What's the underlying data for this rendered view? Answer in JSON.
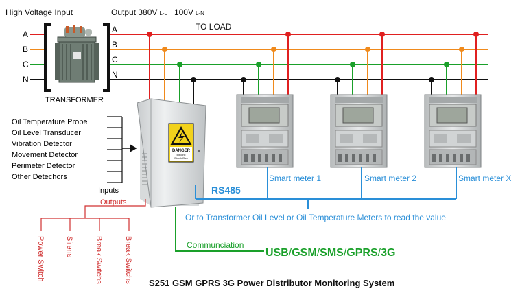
{
  "header": {
    "input_label": "High Voltage Input",
    "output_label": "Output 380V",
    "output_sub1": "L-L",
    "output_mid": "100V",
    "output_sub2": "L-N",
    "load_label": "TO LOAD"
  },
  "phases_in": [
    "A",
    "B",
    "C",
    "N"
  ],
  "phases_out": [
    "A",
    "B",
    "C",
    "N"
  ],
  "transformer_label": "TRANSFORMER",
  "sensors": [
    "Oil Temperature Probe",
    "Oil Level Transducer",
    "Vibration Detector",
    "Movement Detector",
    "Perimeter Detector",
    "Other Detechors"
  ],
  "inputs_label": "Inputs",
  "outputs_label": "Outputs",
  "outputs": [
    "Power Switch",
    "Sirens",
    "Break Switchs",
    "Break Switchs"
  ],
  "danger": {
    "title": "DANGER",
    "line1": "Electric",
    "line2": "Shock Risk"
  },
  "meters": [
    "Smart meter 1",
    "Smart meter 2",
    "Smart meter X"
  ],
  "rs485_label": "RS485",
  "oil_note": "Or to Transformer Oil Level or Oil Temperature Meters to read the value",
  "comm_label": "Communciation",
  "comm_modes": [
    "USB",
    "GSM",
    "SMS",
    "GPRS",
    "3G"
  ],
  "comm_sep": "/",
  "footer_title": "S251  GSM GPRS 3G Power Distributor Monitoring System",
  "colors": {
    "phase_a": "#e02020",
    "phase_b": "#f08a1c",
    "phase_c": "#1aa02a",
    "neutral": "#111111",
    "bus_blue": "#2a8fd8",
    "comm_green": "#1aa02a",
    "outputs_red": "#d03030"
  }
}
